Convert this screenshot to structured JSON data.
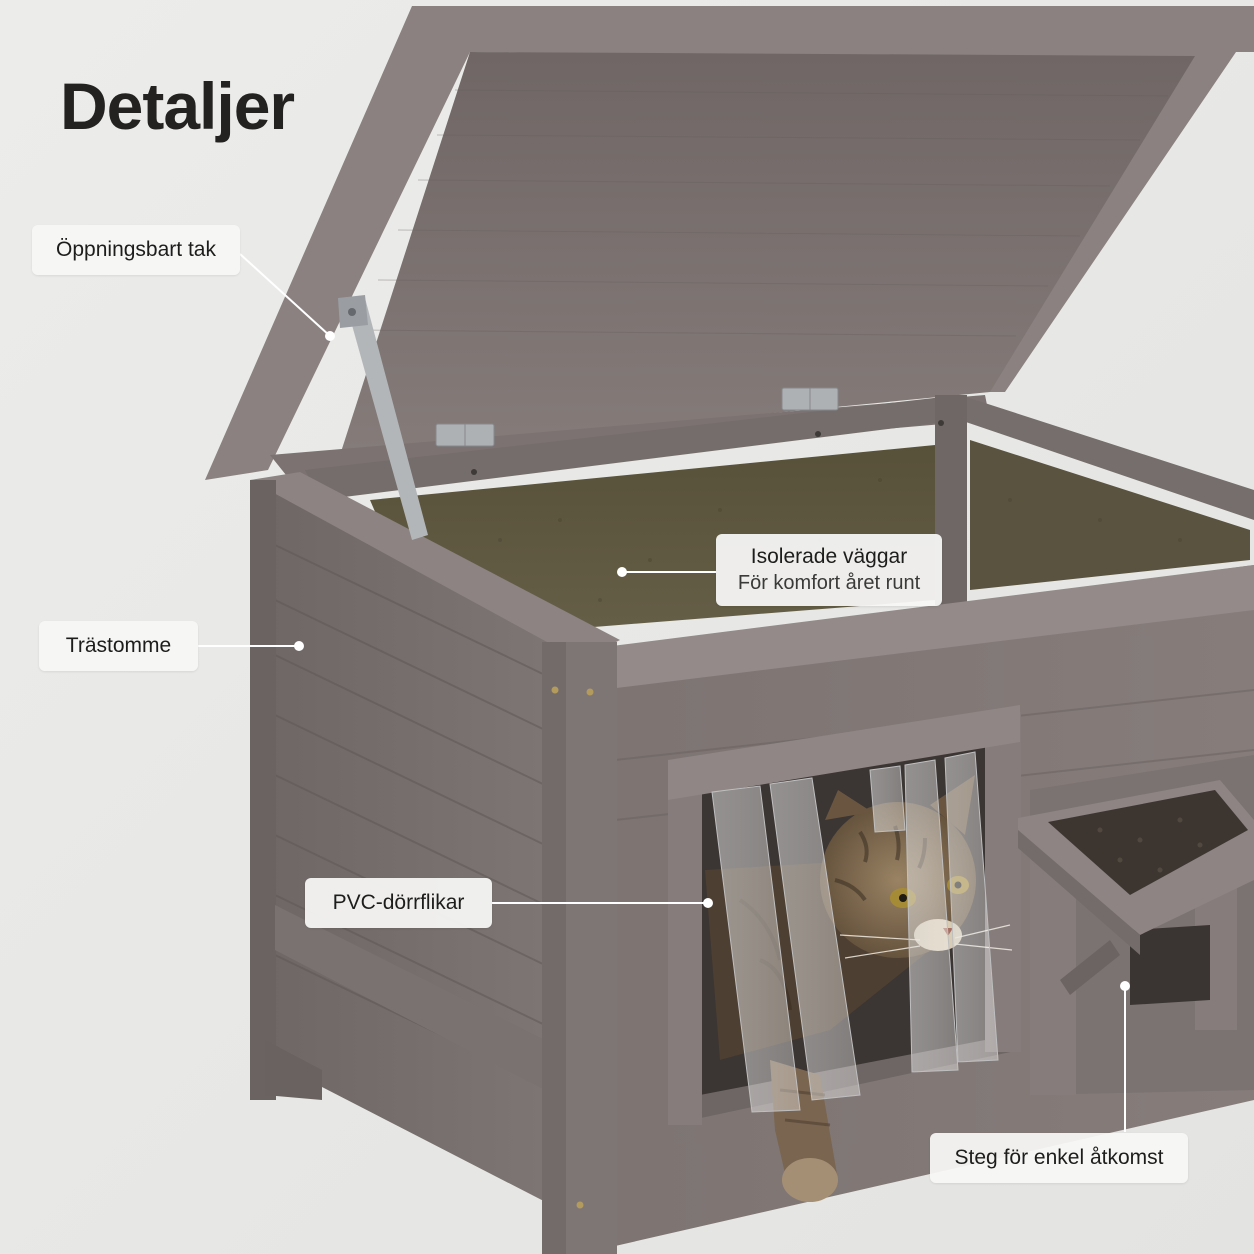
{
  "title": "Detaljer",
  "callouts": {
    "roof": "Öppningsbart tak",
    "walls": {
      "label": "Isolerade väggar",
      "sub": "För komfort året runt"
    },
    "frame": "Trästomme",
    "door": "PVC-dörrflikar",
    "step": "Steg för enkel åtkomst"
  },
  "colors": {
    "background": "#e9e9e7",
    "wood": "#7d7472",
    "felt": "#5e573f",
    "label_bg": "#f6f6f5",
    "text": "#232221"
  }
}
